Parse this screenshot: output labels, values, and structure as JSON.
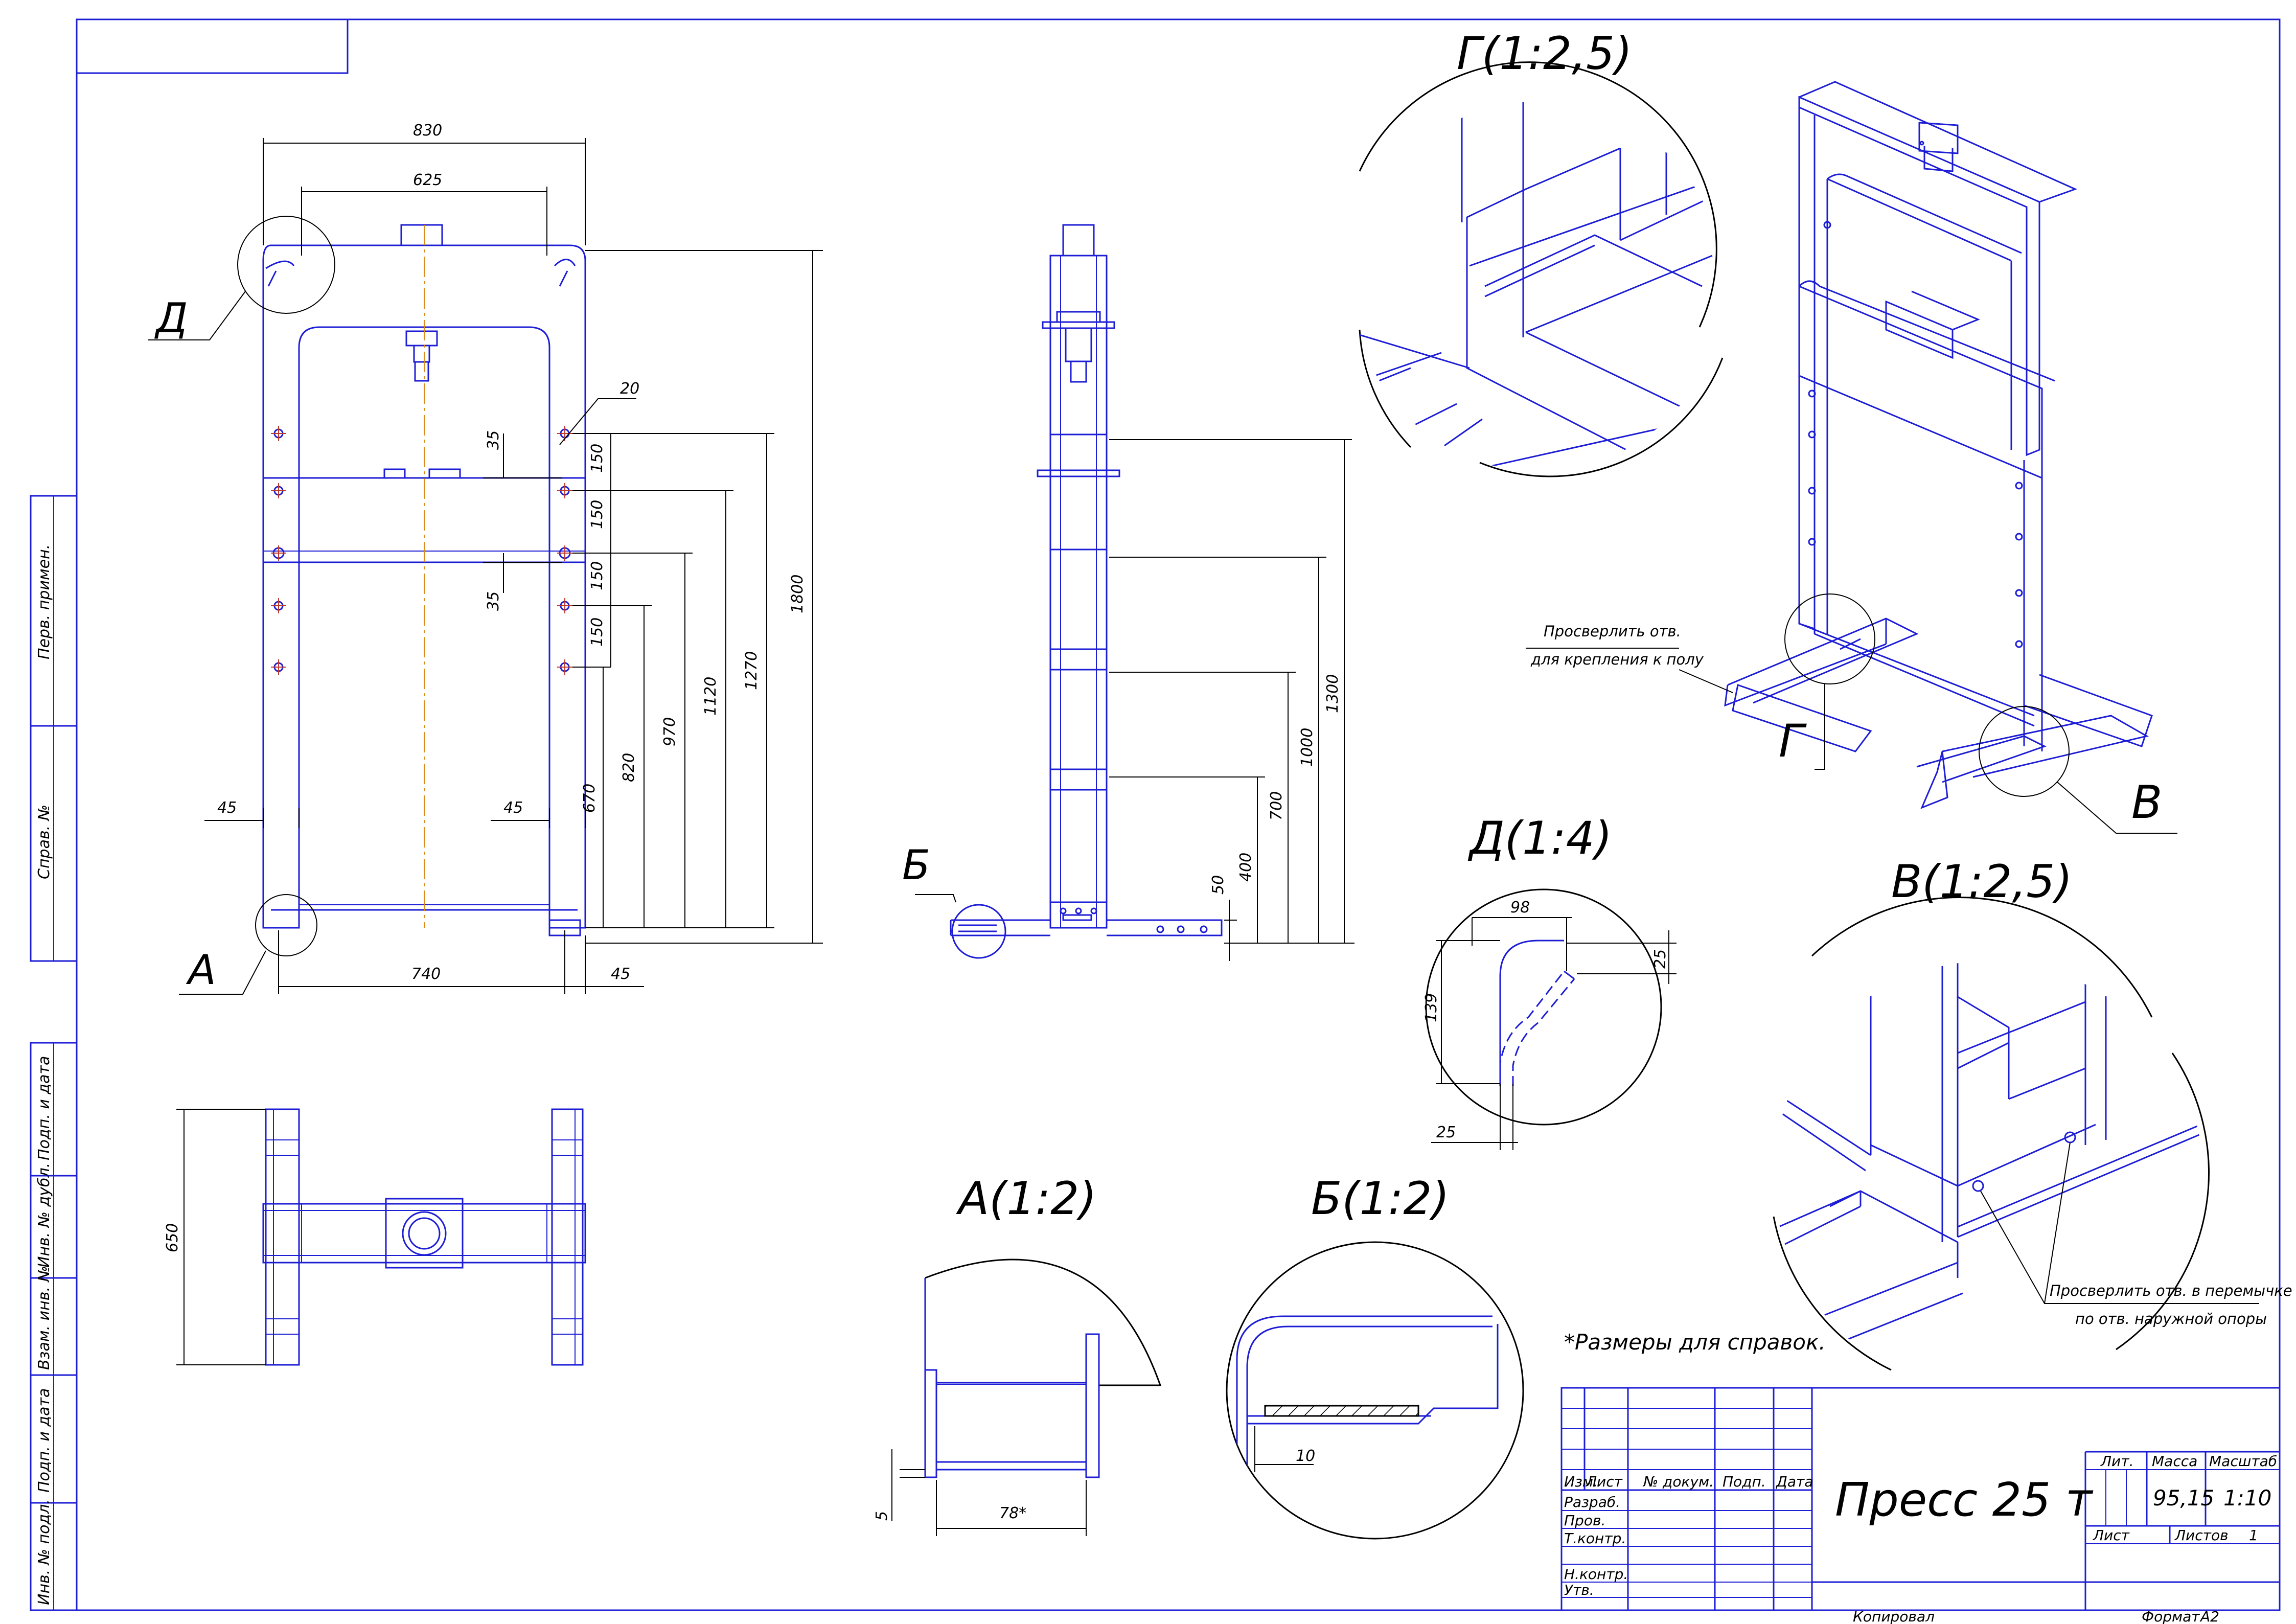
{
  "sheet": {
    "colors": {
      "part": "#1d1dd6",
      "dim": "#000000",
      "axis": "#d98a1a",
      "mark": "#c0392b"
    },
    "side_stamp": [
      "Перв. примен.",
      "Справ. №",
      "Подп. и дата",
      "Инв. № дубл.",
      "Взам. инв. №",
      "Подп. и дата",
      "Инв. № подл."
    ]
  },
  "front_view": {
    "dims": {
      "d830": "830",
      "d625": "625",
      "d1800": "1800",
      "d1270": "1270",
      "d1120": "1120",
      "d970": "970",
      "d820": "820",
      "d670": "670",
      "d150a": "150",
      "d150b": "150",
      "d150c": "150",
      "d150d": "150",
      "d35a": "35",
      "d35b": "35",
      "d20": "20",
      "d45l": "45",
      "d45r": "45",
      "d740": "740",
      "d45b": "45"
    },
    "callouts": {
      "detail_d": "Д",
      "detail_a": "А"
    }
  },
  "side_view": {
    "dims": {
      "d1300": "1300",
      "d1000": "1000",
      "d700": "700",
      "d400": "400",
      "d50": "50"
    },
    "callouts": {
      "detail_b": "Б"
    }
  },
  "top_view": {
    "dims": {
      "d650": "650"
    }
  },
  "detail_g": {
    "title": "Г(1:2,5)"
  },
  "iso_view": {
    "callouts": {
      "g": "Г",
      "v": "В"
    },
    "note_line1": "Просверлить отв.",
    "note_line2": "для крепления к полу"
  },
  "detail_d": {
    "title": "Д(1:4)",
    "dims": {
      "d98": "98",
      "d25a": "25",
      "d139": "139",
      "d25b": "25"
    }
  },
  "detail_v": {
    "title": "В(1:2,5)",
    "note_line1": "Просверлить отв. в перемычке",
    "note_line2": "по отв. наружной опоры"
  },
  "detail_a": {
    "title": "А(1:2)",
    "dims": {
      "d5": "5",
      "d78": "78*"
    }
  },
  "detail_b": {
    "title": "Б(1:2)",
    "dims": {
      "d10": "10"
    }
  },
  "note": "*Размеры для справок.",
  "title_block": {
    "name": "Пресс 25 т",
    "header": {
      "izm": "Изм.",
      "list": "Лист",
      "doc": "№ докум.",
      "podp": "Подп.",
      "data": "Дата"
    },
    "roles": [
      "Разраб.",
      "Пров.",
      "Т.контр.",
      "",
      "Н.контр.",
      "Утв."
    ],
    "lit_label": "Лит.",
    "mass_label": "Масса",
    "scale_label": "Масштаб",
    "mass": "95,15",
    "scale": "1:10",
    "sheet_label": "Лист",
    "sheets_label": "Листов",
    "sheets": "1",
    "copied": "Копировал",
    "format_label": "Формат",
    "format": "A2"
  }
}
